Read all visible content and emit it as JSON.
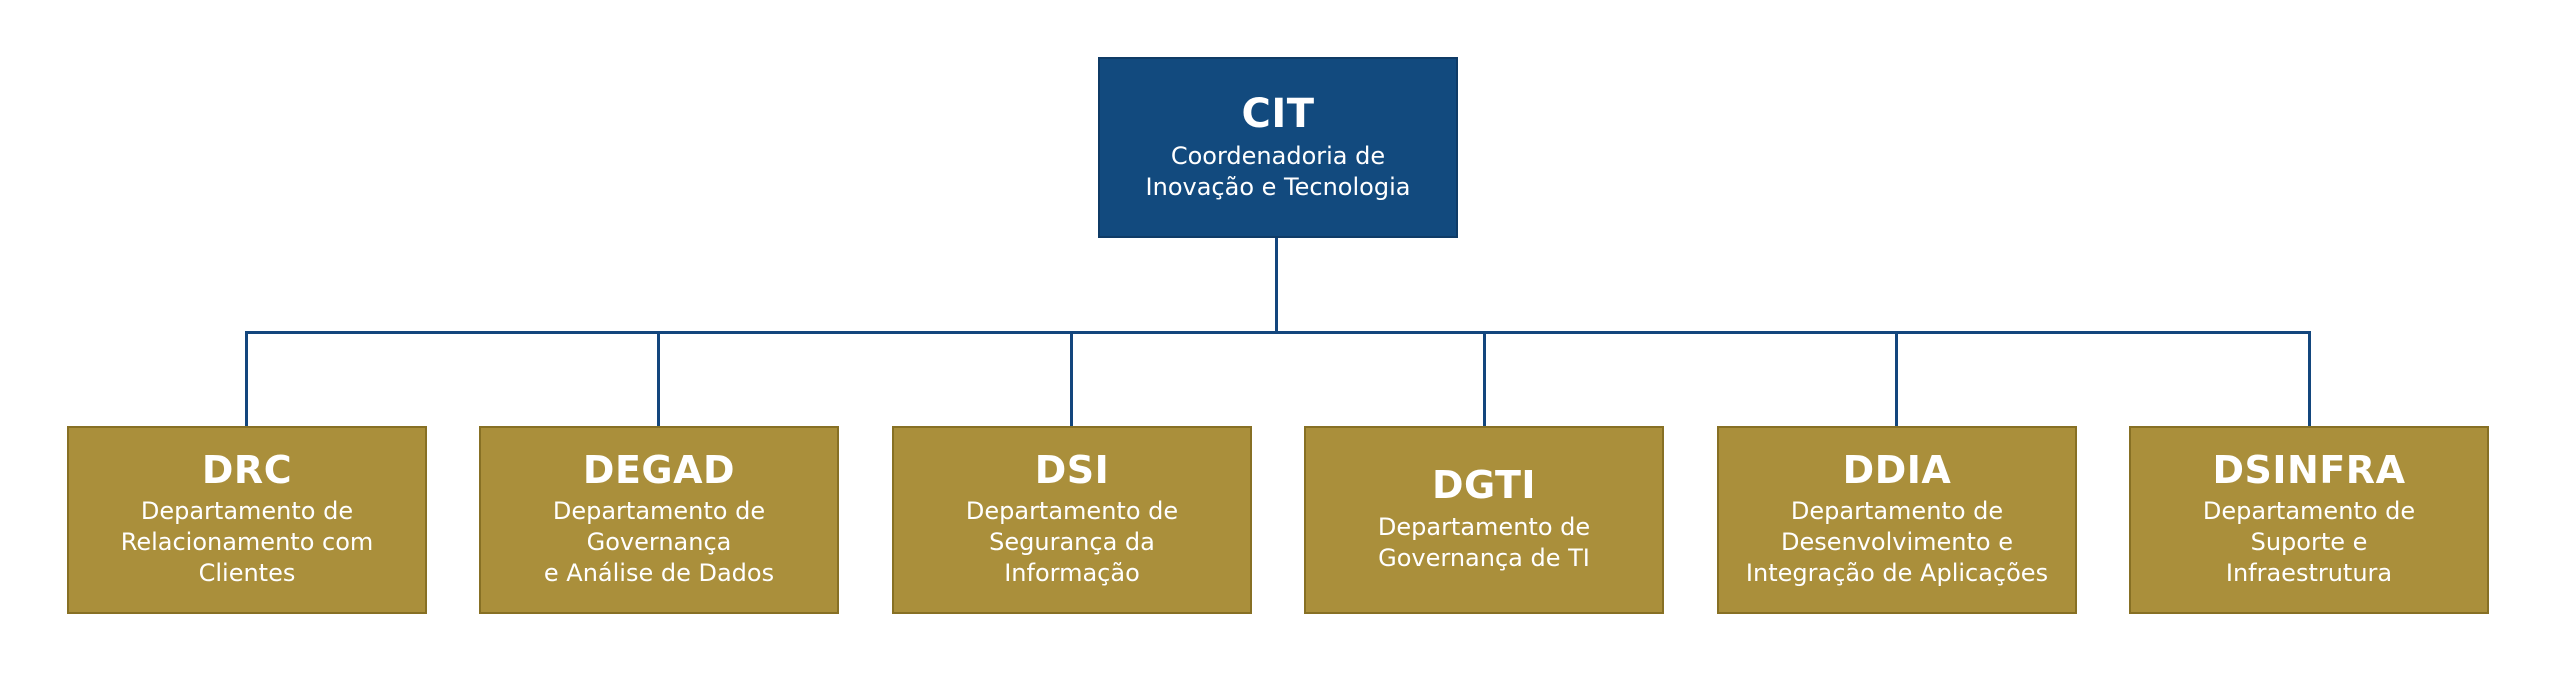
{
  "colors": {
    "root_fill": "#124a7e",
    "department_fill": "#aa8f3b",
    "connector": "#13467d",
    "text": "#ffffff"
  },
  "root": {
    "code": "CIT",
    "description": "Coordenadoria de\nInovação e Tecnologia"
  },
  "departments": [
    {
      "code": "DRC",
      "description": "Departamento de\nRelacionamento com\nClientes"
    },
    {
      "code": "DEGAD",
      "description": "Departamento de\nGovernança\ne Análise de Dados"
    },
    {
      "code": "DSI",
      "description": "Departamento de\nSegurança da\nInformação"
    },
    {
      "code": "DGTI",
      "description": "Departamento de\nGovernança de TI"
    },
    {
      "code": "DDIA",
      "description": "Departamento de\nDesenvolvimento e\nIntegração de Aplicações"
    },
    {
      "code": "DSINFRA",
      "description": "Departamento de\nSuporte e\nInfraestrutura"
    }
  ]
}
